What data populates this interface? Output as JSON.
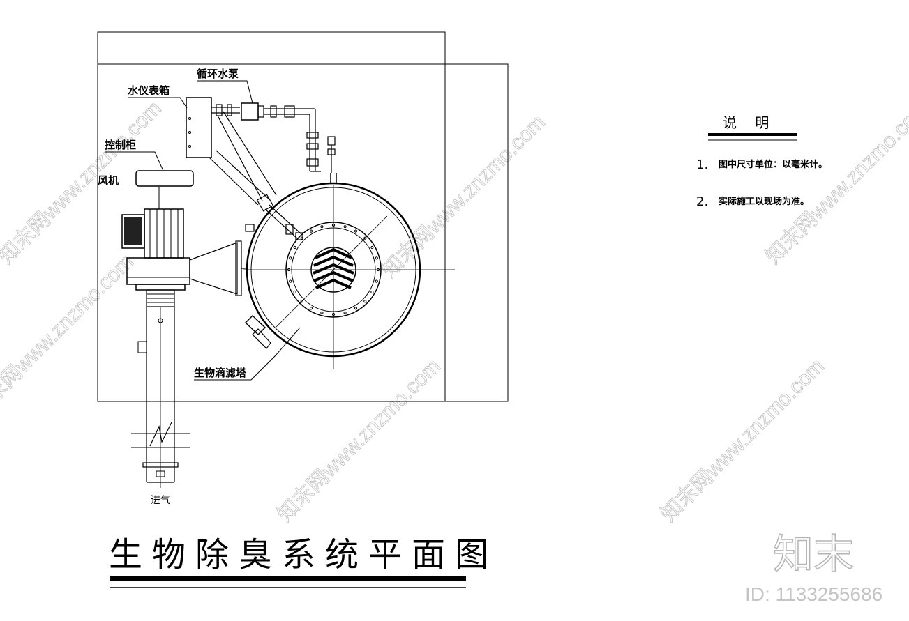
{
  "drawing": {
    "title": "生物除臭系统平面图",
    "labels": {
      "instrument_box": "水仪表箱",
      "pump": "循环水泵",
      "control_cabinet": "控制柜",
      "fan": "风机",
      "tower": "生物滴滤塔",
      "inlet": "进气"
    }
  },
  "notes": {
    "heading": "说 明",
    "items": [
      {
        "num": "1.",
        "text": "图中尺寸单位：以毫米计。"
      },
      {
        "num": "2.",
        "text": "实际施工以现场为准。"
      }
    ]
  },
  "watermark": {
    "text": "知末网www.znzmo.com",
    "logo": "知末",
    "id": "ID: 1133255686"
  }
}
